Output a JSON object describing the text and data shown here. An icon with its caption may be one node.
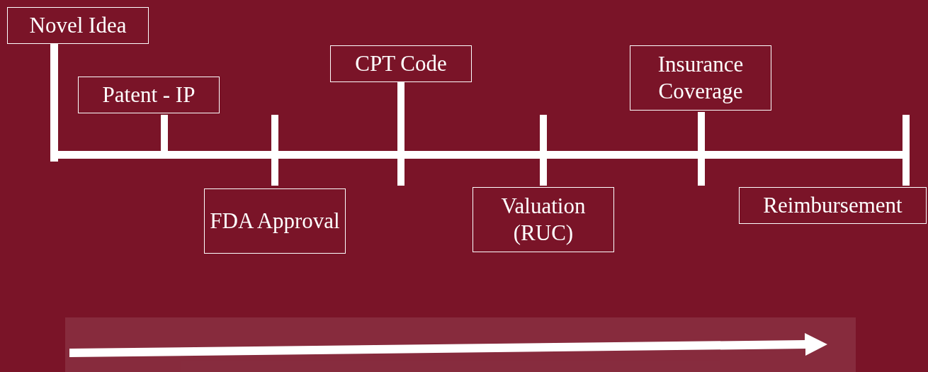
{
  "diagram": {
    "nodes": [
      {
        "text": [
          "Novel Idea"
        ]
      },
      {
        "text": [
          "Patent - IP"
        ]
      },
      {
        "text": [
          "FDA Approval"
        ]
      },
      {
        "text": [
          "CPT Code"
        ]
      },
      {
        "text": [
          "Valuation (RUC)"
        ]
      },
      {
        "text": [
          "Insurance Coverage"
        ]
      },
      {
        "text": [
          "Reimbursement"
        ]
      }
    ]
  }
}
